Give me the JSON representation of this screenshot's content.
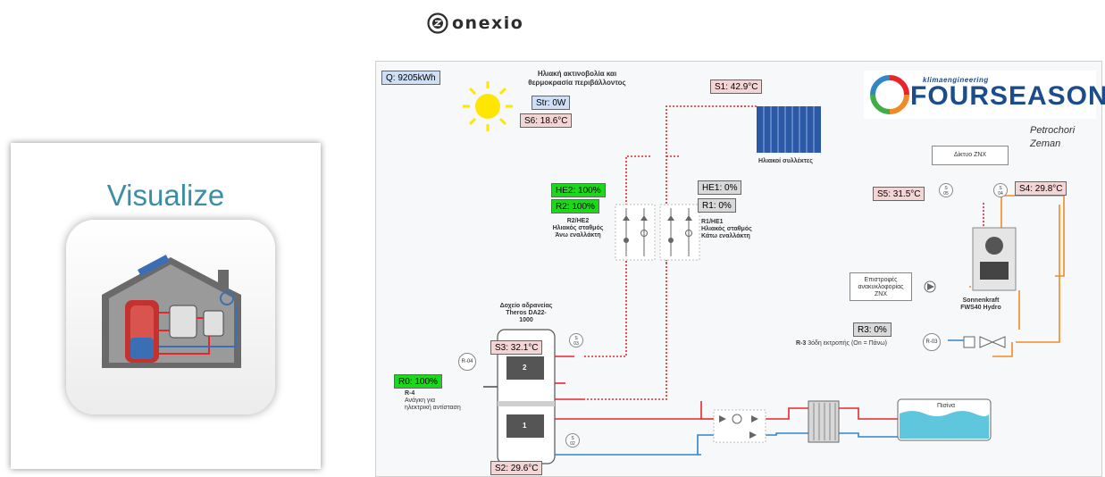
{
  "brand": {
    "name": "onexio"
  },
  "card": {
    "title": "Visualize"
  },
  "panel": {
    "energy": "Q: 9205kWh",
    "radiation_title_1": "Ηλιακή ακτινοβολία και",
    "radiation_title_2": "θερμοκρασία περιβάλλοντος",
    "str": "Str: 0W",
    "s6": "S6: 18.6°C",
    "s1": "S1: 42.9°C",
    "collectors": "Ηλιακοί συλλέκτες",
    "logo_small": "klimaengineering",
    "logo_big": "FOURSEASONS",
    "place_1": "Petrochori",
    "place_2": "Zeman",
    "network": "Δίκτυο ΖΝΧ",
    "s5": "S5: 31.5°C",
    "s4": "S4: 29.8°C",
    "s05": "S\n05",
    "s04": "S\n04",
    "he2": "HE2: 100%",
    "r2": "R2: 100%",
    "he1": "HE1: 0%",
    "r1": "R1: 0%",
    "st2_1": "R2/HE2",
    "st2_2": "Ηλιακός σταθμός",
    "st2_3": "Άνω εναλλάκτη",
    "st1_1": "R1/HE1",
    "st1_2": "Ηλιακός σταθμός",
    "st1_3": "Κάτω εναλλάκτη",
    "returns_1": "Επιστροφές",
    "returns_2": "ανακυκλοφορίας",
    "returns_3": "ΖΝΧ",
    "fws_1": "Sonnenkraft",
    "fws_2": "FWS40 Hydro",
    "tank_1": "Δοχείο αδρανείας",
    "tank_2": "Theros DA22-",
    "tank_3": "1000",
    "s3": "S3: 32.1°C",
    "s03": "S\n03",
    "s2": "S2: 29.6°C",
    "s02": "S\n02",
    "r3": "R3: 0%",
    "r3_label": "R-3",
    "r3_desc": "3όδη εκτροπής (On = Πάνω)",
    "r03": "R-03",
    "r04": "R-04",
    "r0": "R0: 100%",
    "r4_label": "R-4",
    "r4_desc_1": "Ανάγκη για",
    "r4_desc_2": "ηλεκτρική αντίσταση",
    "tank_zone_2": "2",
    "tank_zone_1": "1",
    "pool": "Πισίνα"
  },
  "colors": {
    "hot": "#e8262a",
    "cold": "#2f86c9",
    "dhw": "#f08a24",
    "accent": "#3c8ea7"
  }
}
